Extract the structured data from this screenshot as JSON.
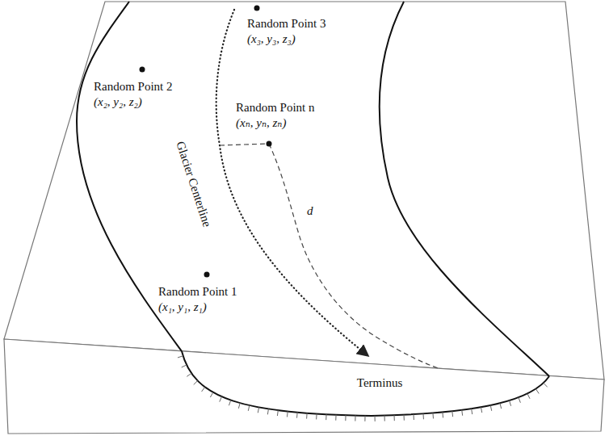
{
  "diagram": {
    "labels": [
      "Random Point 3",
      "(x₃, y₃, z₃)",
      "Random Point 2",
      "(x₂, y₂, z₂)",
      "Random Point n",
      "(xₙ, yₙ, zₙ)",
      "Glacier Centerline",
      "d",
      "Random Point 1",
      "(x₁, y₁, z₁)",
      "Terminus"
    ]
  }
}
